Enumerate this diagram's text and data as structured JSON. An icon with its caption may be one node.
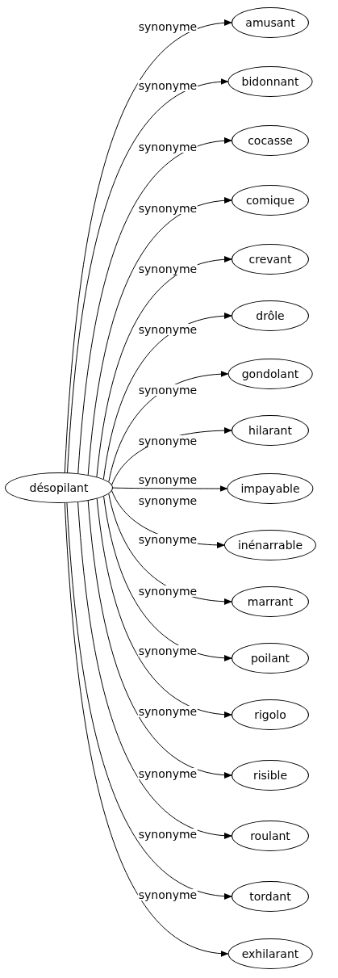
{
  "diagram": {
    "nodes": [
      {
        "text": [
          "désopilant"
        ]
      },
      {
        "text": [
          "amusant"
        ]
      },
      {
        "text": [
          "bidonnant"
        ]
      },
      {
        "text": [
          "cocasse"
        ]
      },
      {
        "text": [
          "comique"
        ]
      },
      {
        "text": [
          "crevant"
        ]
      },
      {
        "text": [
          "drôle"
        ]
      },
      {
        "text": [
          "gondolant"
        ]
      },
      {
        "text": [
          "hilarant"
        ]
      },
      {
        "text": [
          "impayable"
        ]
      },
      {
        "text": [
          "inénarrable"
        ]
      },
      {
        "text": [
          "marrant"
        ]
      },
      {
        "text": [
          "poilant"
        ]
      },
      {
        "text": [
          "rigolo"
        ]
      },
      {
        "text": [
          "risible"
        ]
      },
      {
        "text": [
          "roulant"
        ]
      },
      {
        "text": [
          "tordant"
        ]
      },
      {
        "text": [
          "exhilarant"
        ]
      }
    ],
    "edges": [
      {
        "from": 0,
        "to": 1,
        "arrow": "to",
        "label": "synonyme"
      },
      {
        "from": 0,
        "to": 2,
        "arrow": "to",
        "label": "synonyme"
      },
      {
        "from": 0,
        "to": 3,
        "arrow": "to",
        "label": "synonyme"
      },
      {
        "from": 0,
        "to": 4,
        "arrow": "to",
        "label": "synonyme"
      },
      {
        "from": 0,
        "to": 5,
        "arrow": "to",
        "label": "synonyme"
      },
      {
        "from": 0,
        "to": 6,
        "arrow": "to",
        "label": "synonyme"
      },
      {
        "from": 0,
        "to": 7,
        "arrow": "to",
        "label": "synonyme"
      },
      {
        "from": 0,
        "to": 8,
        "arrow": "to",
        "label": "synonyme"
      },
      {
        "from": 0,
        "to": 9,
        "arrow": "to",
        "label": "synonyme"
      },
      {
        "from": 0,
        "to": 10,
        "arrow": "to",
        "label": "synonyme"
      },
      {
        "from": 0,
        "to": 11,
        "arrow": "to",
        "label": "synonyme"
      },
      {
        "from": 0,
        "to": 12,
        "arrow": "to",
        "label": "synonyme"
      },
      {
        "from": 0,
        "to": 13,
        "arrow": "to",
        "label": "synonyme"
      },
      {
        "from": 0,
        "to": 14,
        "arrow": "to",
        "label": "synonyme"
      },
      {
        "from": 0,
        "to": 15,
        "arrow": "to",
        "label": "synonyme"
      },
      {
        "from": 0,
        "to": 16,
        "arrow": "to",
        "label": "synonyme"
      },
      {
        "from": 0,
        "to": 17,
        "arrow": "to",
        "label": "synonyme"
      }
    ]
  }
}
